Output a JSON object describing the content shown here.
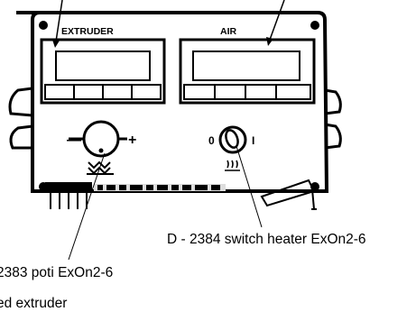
{
  "diagram": {
    "panels": [
      {
        "label": "EXTRUDER"
      },
      {
        "label": "AIR"
      }
    ],
    "knob": {
      "minus": "—",
      "plus": "+"
    },
    "switch": {
      "off": "0",
      "on": "I"
    },
    "callouts": {
      "switch_heater": "D - 2384  switch heater ExOn2-6",
      "poti": "2383  poti ExOn2-6",
      "speed": "ed extruder"
    }
  }
}
